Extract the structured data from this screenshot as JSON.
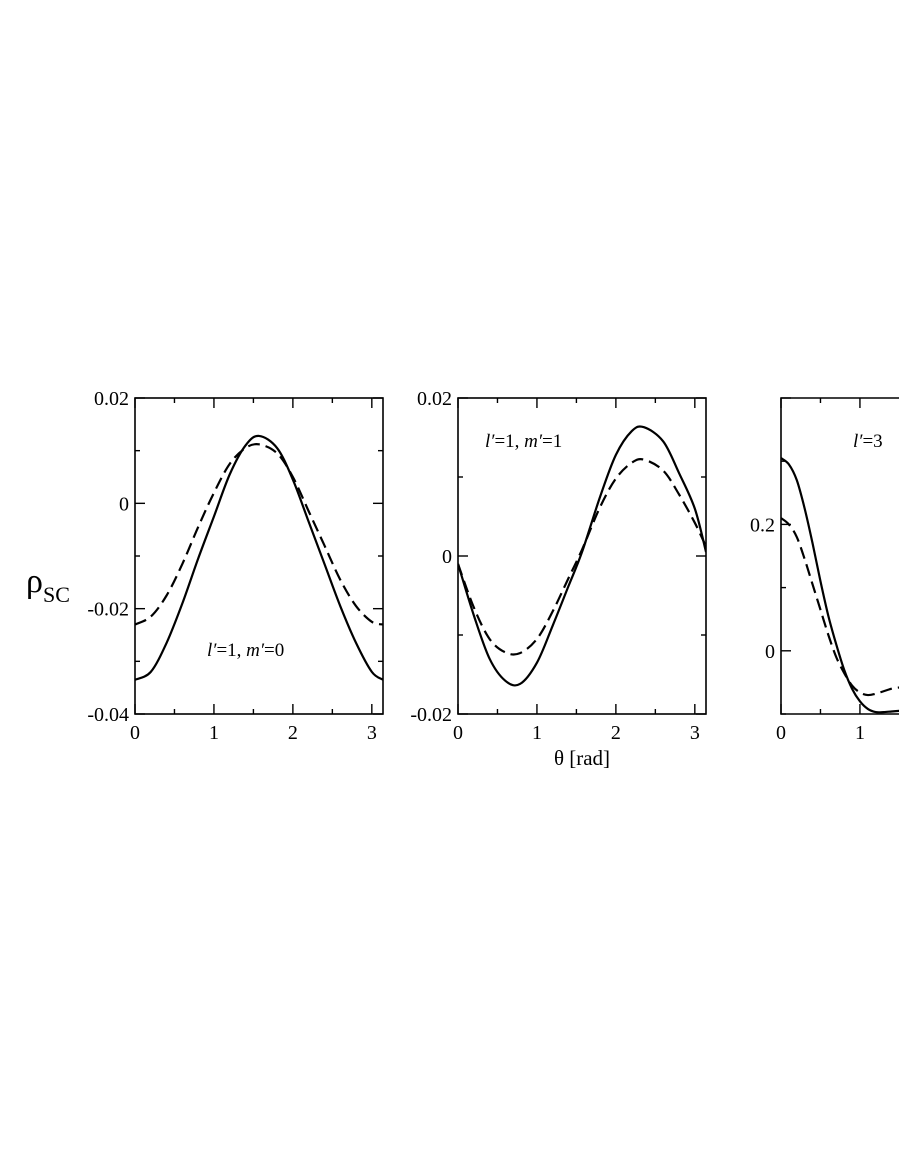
{
  "figure": {
    "ylabel_main": "ρ",
    "ylabel_sub": "SC",
    "xlabel": "θ [rad]"
  },
  "chart_data": [
    {
      "type": "line",
      "id": "panel1",
      "annotation": {
        "l": "l",
        "prime1": "′",
        "eq1": "=1, ",
        "m": "m",
        "prime2": "′",
        "eq2": "=0"
      },
      "xlim": [
        0,
        3.14159
      ],
      "ylim": [
        -0.04,
        0.02
      ],
      "xticks": [
        0,
        1,
        2,
        3
      ],
      "xtick_labels": [
        "0",
        "1",
        "2",
        "3"
      ],
      "yticks": [
        -0.04,
        -0.02,
        0,
        0.02
      ],
      "ytick_labels": [
        "-0.04",
        "-0.02",
        "0",
        "0.02"
      ],
      "series": [
        {
          "style": "solid",
          "x": [
            0,
            0.2,
            0.4,
            0.6,
            0.8,
            1.0,
            1.2,
            1.4,
            1.571,
            1.8,
            2.0,
            2.2,
            2.4,
            2.6,
            2.8,
            3.0,
            3.142
          ],
          "y": [
            -0.0335,
            -0.032,
            -0.0265,
            -0.019,
            -0.0105,
            -0.0025,
            0.0055,
            0.011,
            0.0128,
            0.0105,
            0.0045,
            -0.0035,
            -0.0115,
            -0.0195,
            -0.0265,
            -0.032,
            -0.0335
          ]
        },
        {
          "style": "dashed",
          "x": [
            0,
            0.2,
            0.4,
            0.6,
            0.8,
            1.0,
            1.2,
            1.4,
            1.571,
            1.8,
            2.0,
            2.2,
            2.4,
            2.6,
            2.8,
            3.0,
            3.142
          ],
          "y": [
            -0.023,
            -0.0215,
            -0.0175,
            -0.0115,
            -0.0045,
            0.002,
            0.0075,
            0.0105,
            0.0112,
            0.0095,
            0.005,
            -0.0015,
            -0.008,
            -0.0145,
            -0.0195,
            -0.0225,
            -0.023
          ]
        }
      ]
    },
    {
      "type": "line",
      "id": "panel2",
      "annotation": {
        "l": "l",
        "prime1": "′",
        "eq1": "=1, ",
        "m": "m",
        "prime2": "′",
        "eq2": "=1"
      },
      "xlim": [
        0,
        3.14159
      ],
      "ylim": [
        -0.02,
        0.02
      ],
      "xticks": [
        0,
        1,
        2,
        3
      ],
      "xtick_labels": [
        "0",
        "1",
        "2",
        "3"
      ],
      "yticks": [
        -0.02,
        0,
        0.02
      ],
      "ytick_labels": [
        "-0.02",
        "0",
        "0.02"
      ],
      "series": [
        {
          "style": "solid",
          "x": [
            0,
            0.2,
            0.4,
            0.6,
            0.785,
            1.0,
            1.2,
            1.4,
            1.571,
            1.8,
            2.0,
            2.2,
            2.356,
            2.6,
            2.8,
            3.0,
            3.142
          ],
          "y": [
            -0.001,
            -0.0075,
            -0.013,
            -0.0158,
            -0.0162,
            -0.0135,
            -0.0088,
            -0.0038,
            0.0005,
            0.0075,
            0.0128,
            0.0158,
            0.0163,
            0.0145,
            0.0105,
            0.006,
            0.0005
          ]
        },
        {
          "style": "dashed",
          "x": [
            0,
            0.2,
            0.4,
            0.6,
            0.785,
            1.0,
            1.2,
            1.4,
            1.571,
            1.8,
            2.0,
            2.2,
            2.356,
            2.6,
            2.8,
            3.0,
            3.142
          ],
          "y": [
            -0.001,
            -0.0065,
            -0.0105,
            -0.0122,
            -0.0123,
            -0.0105,
            -0.007,
            -0.0028,
            0.0008,
            0.0062,
            0.0098,
            0.0118,
            0.0122,
            0.0108,
            0.0078,
            0.0042,
            0.0012
          ]
        }
      ]
    },
    {
      "type": "line",
      "id": "panel3",
      "annotation": {
        "l": "l",
        "prime1": "′",
        "eq1": "=3",
        "m": "",
        "prime2": "",
        "eq2": ""
      },
      "xlim": [
        0,
        3.14159
      ],
      "ylim": [
        -0.1,
        0.4
      ],
      "xticks": [
        0,
        1
      ],
      "xtick_labels": [
        "0",
        "1"
      ],
      "yticks": [
        0,
        0.2
      ],
      "ytick_labels": [
        "0",
        "0.2"
      ],
      "series": [
        {
          "style": "solid",
          "x": [
            0,
            0.1,
            0.2,
            0.3,
            0.4,
            0.5,
            0.6,
            0.7,
            0.8,
            0.9,
            1.0,
            1.1,
            1.2,
            1.3,
            1.4,
            1.5
          ],
          "y": [
            0.305,
            0.295,
            0.27,
            0.225,
            0.17,
            0.11,
            0.055,
            0.01,
            -0.03,
            -0.06,
            -0.08,
            -0.092,
            -0.097,
            -0.097,
            -0.096,
            -0.095
          ]
        },
        {
          "style": "dashed",
          "x": [
            0,
            0.1,
            0.2,
            0.3,
            0.4,
            0.5,
            0.6,
            0.7,
            0.8,
            0.9,
            1.0,
            1.1,
            1.2,
            1.3,
            1.4,
            1.5
          ],
          "y": [
            0.21,
            0.2,
            0.18,
            0.145,
            0.105,
            0.065,
            0.025,
            -0.01,
            -0.035,
            -0.055,
            -0.066,
            -0.07,
            -0.068,
            -0.064,
            -0.06,
            -0.058
          ]
        }
      ]
    }
  ]
}
